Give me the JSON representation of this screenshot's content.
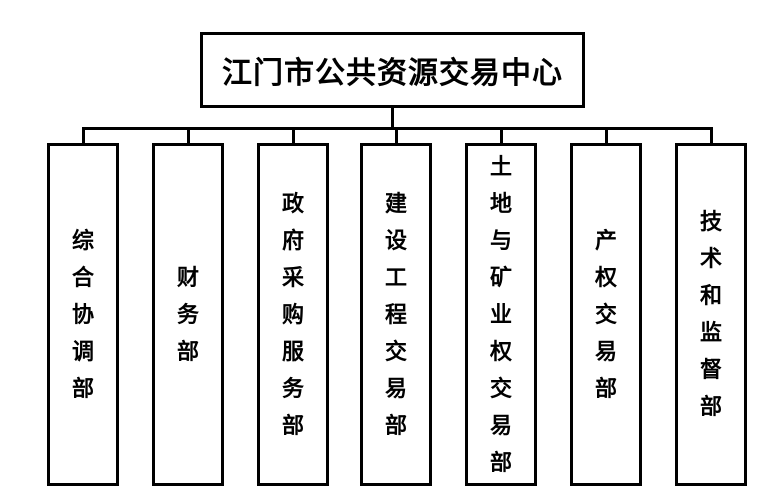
{
  "org_chart": {
    "type": "organization-tree",
    "root": {
      "label": "江门市公共资源交易中心"
    },
    "departments": [
      {
        "label": "综合协调部"
      },
      {
        "label": "财务部"
      },
      {
        "label": "政府采购服务部"
      },
      {
        "label": "建设工程交易部"
      },
      {
        "label": "土地与矿业权交易部"
      },
      {
        "label": "产权交易部"
      },
      {
        "label": "技术和监督部"
      }
    ],
    "colors": {
      "line": "#000000",
      "text": "#000000",
      "background": "#ffffff"
    }
  }
}
